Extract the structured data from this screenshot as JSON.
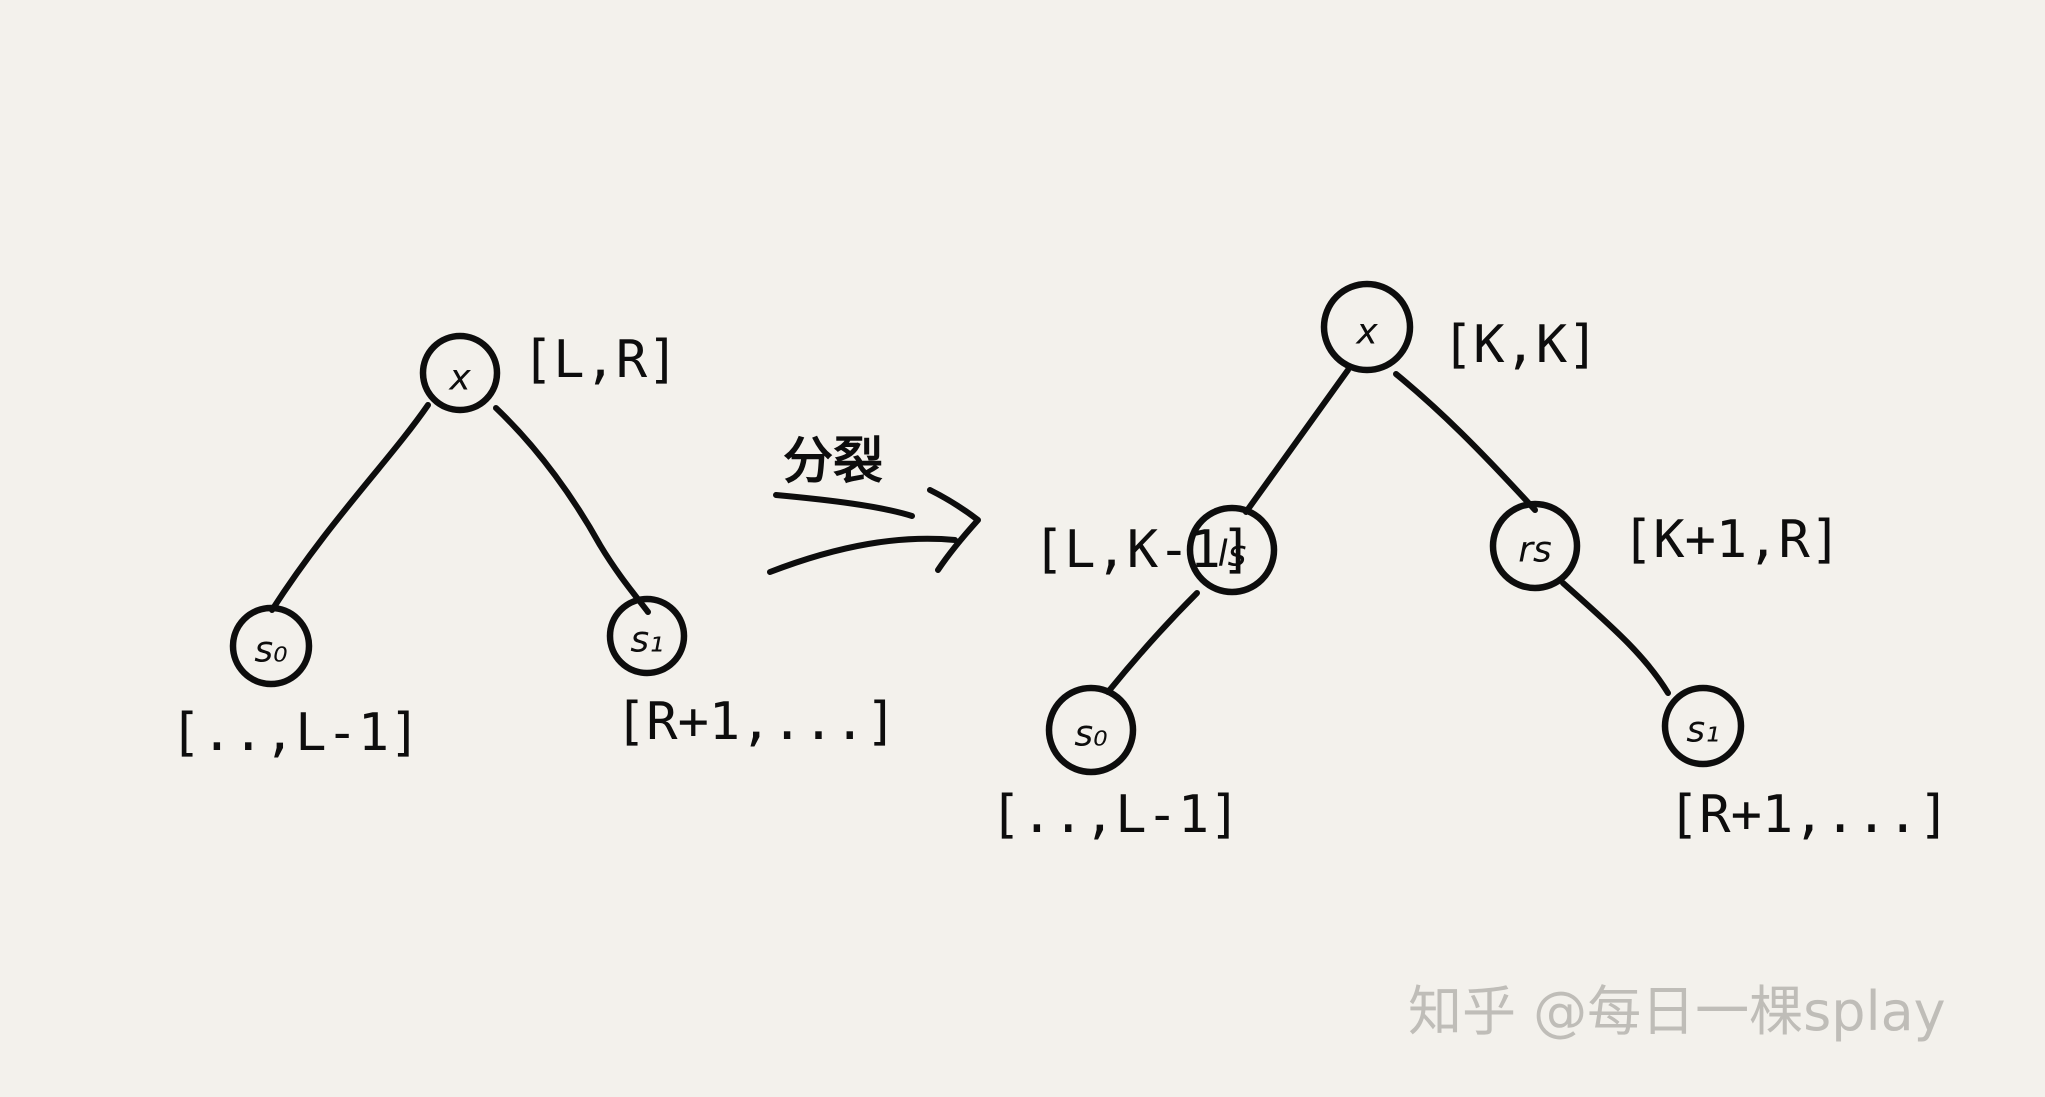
{
  "left_tree": {
    "root": {
      "label": "x",
      "range": "[L,R]"
    },
    "left_child": {
      "label": "s₀",
      "range": "[..,L-1]"
    },
    "right_child": {
      "label": "s₁",
      "range": "[R+1,...]"
    }
  },
  "arrow": {
    "label": "分裂"
  },
  "right_tree": {
    "root": {
      "label": "x",
      "range": "[K,K]"
    },
    "left_mid": {
      "label": "ls",
      "range": "[L,K-1]"
    },
    "right_mid": {
      "label": "rs",
      "range": "[K+1,R]"
    },
    "left_leaf": {
      "label": "s₀",
      "range": "[..,L-1]"
    },
    "right_leaf": {
      "label": "s₁",
      "range": "[R+1,...]"
    }
  },
  "watermark": {
    "text": "知乎 @每日一棵splay"
  },
  "colors": {
    "ink": "#0d0d0d",
    "paper": "#f3f1ec",
    "watermark": "#b7b5b0"
  }
}
